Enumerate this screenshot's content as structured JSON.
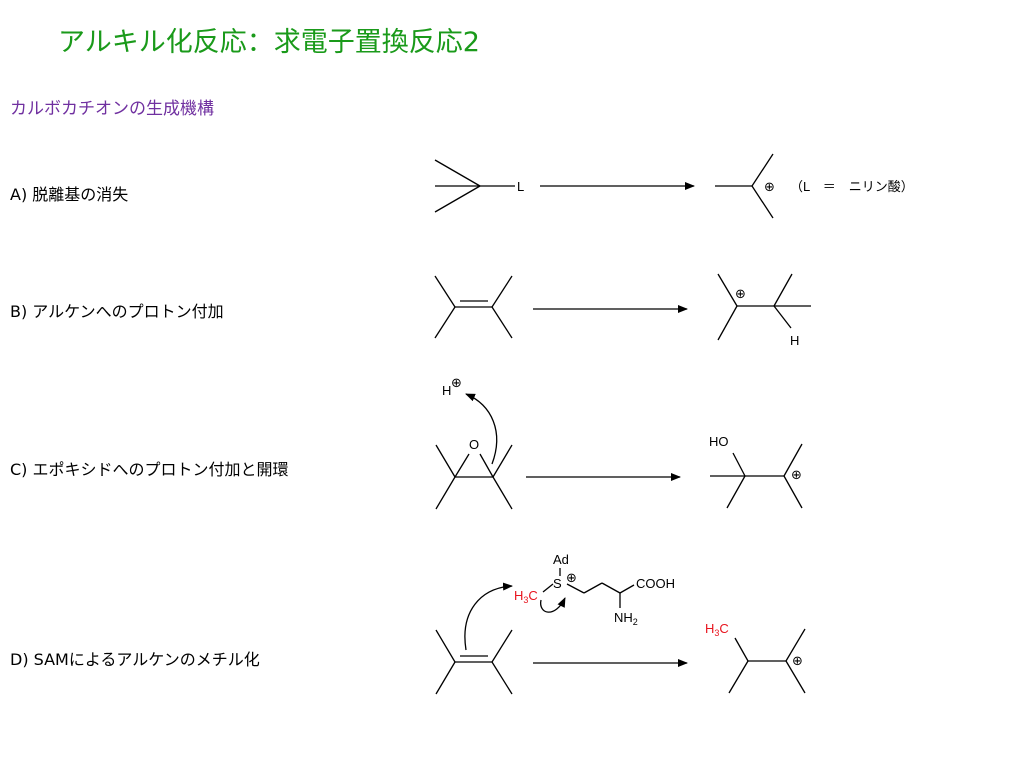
{
  "title": "アルキル化反応：求電子置換反応2",
  "subtitle": "カルボカチオンの生成機構",
  "steps": {
    "a": "A) 脱離基の消失",
    "b": "B) アルケンへのプロトン付加",
    "c": "C) エポキシドへのプロトン付加と開環",
    "d": "D) SAMによるアルケンのメチル化"
  },
  "atoms": {
    "leaving_group": "L",
    "note": "（L　＝　ニリン酸）",
    "cation": "⊕",
    "hydrogen": "H",
    "oxygen": "O",
    "hydroxyl": "HO",
    "adenosyl": "Ad",
    "sulfur": "S",
    "carboxyl": "COOH",
    "amino_n": "NH",
    "methyl_h": "H",
    "subscript_3": "3",
    "subscript_2": "2",
    "methyl_c": "C"
  },
  "colors": {
    "title": "#1a9a1a",
    "subtitle": "#7030a0",
    "methyl": "#e8141e"
  }
}
